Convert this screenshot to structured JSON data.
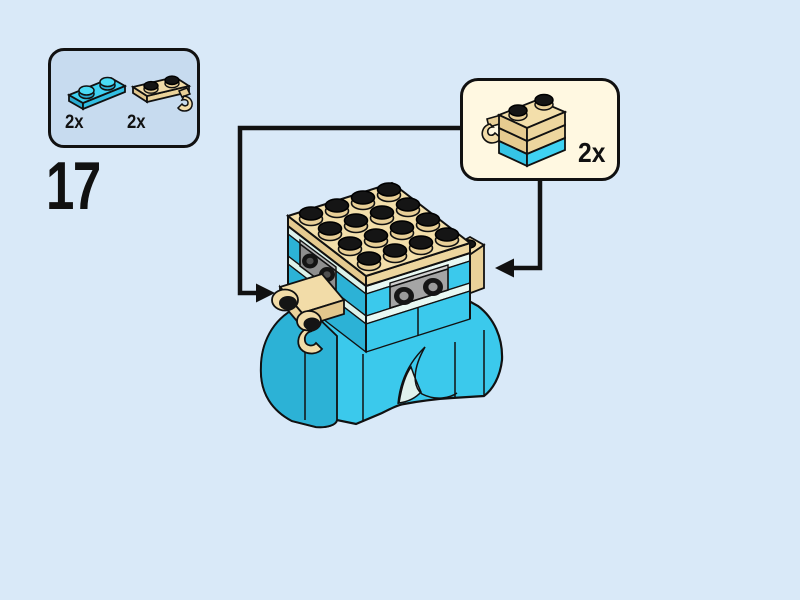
{
  "step": {
    "number": "17"
  },
  "parts_box": {
    "parts": [
      {
        "icon": "plate-1x2-azure-icon",
        "count_label": "2x",
        "color": "#35c4e6"
      },
      {
        "icon": "plate-1x2-clip-tan-icon",
        "count_label": "2x",
        "color": "#f2dca8"
      }
    ]
  },
  "submodel_callout": {
    "icon": "clip-plate-on-azure-plate-icon",
    "count_label": "2x"
  },
  "colors": {
    "background": "#d9e9f8",
    "parts_box_fill": "#c7dbef",
    "callout_fill": "#fff8e1",
    "azure_light": "#3bc9ec",
    "azure_dark": "#2cb2d6",
    "tan_top": "#f3dfab",
    "tan_side": "#e6cb90",
    "mint": "#dff2ec",
    "eye_gray": "#a5a5a5",
    "outline": "#111111"
  }
}
